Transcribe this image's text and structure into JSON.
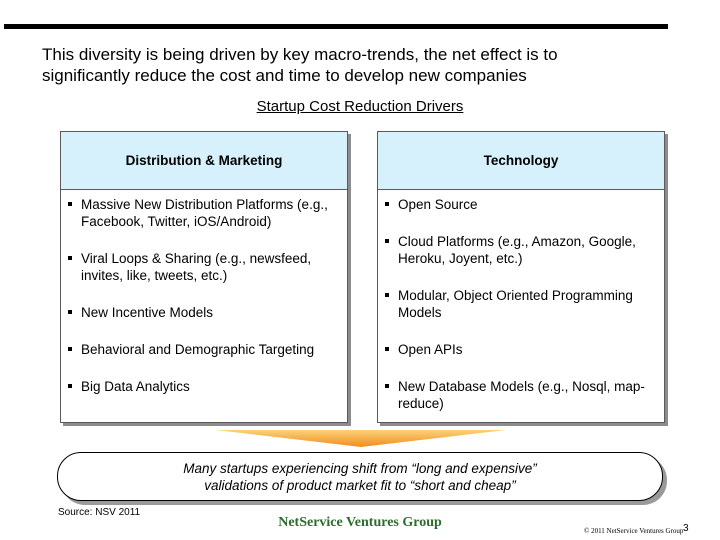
{
  "headline": {
    "line1": "This diversity is being driven by key macro-trends, the net effect is to",
    "line2": "significantly reduce the cost and time to develop new companies"
  },
  "subtitle": "Startup Cost Reduction Drivers",
  "panels": {
    "left": {
      "title": "Distribution & Marketing",
      "items": [
        "Massive New Distribution Platforms (e.g., Facebook, Twitter, iOS/Android)",
        "Viral Loops & Sharing (e.g., newsfeed, invites, like, tweets, etc.)",
        "New Incentive Models",
        "Behavioral and Demographic Targeting",
        "Big Data Analytics"
      ]
    },
    "right": {
      "title": "Technology",
      "items": [
        "Open Source",
        "Cloud Platforms (e.g., Amazon, Google, Heroku, Joyent, etc.)",
        "Modular, Object Oriented Programming Models",
        "Open APIs",
        "New Database Models (e.g., Nosql, map-reduce)"
      ]
    }
  },
  "callout": {
    "line1": "Many startups experiencing shift from “long and expensive”",
    "line2": "validations of product market fit to “short and cheap”"
  },
  "footer": {
    "source": "Source: NSV 2011",
    "brand": "NetService Ventures Group",
    "copyright": "© 2011 NetService Ventures Group",
    "page_number": "3"
  },
  "colors": {
    "header_fill": "#d6f1fb",
    "arrow_top": "#fbd27a",
    "arrow_bottom": "#f28c1e",
    "brand_green": "#2e6b2e"
  }
}
